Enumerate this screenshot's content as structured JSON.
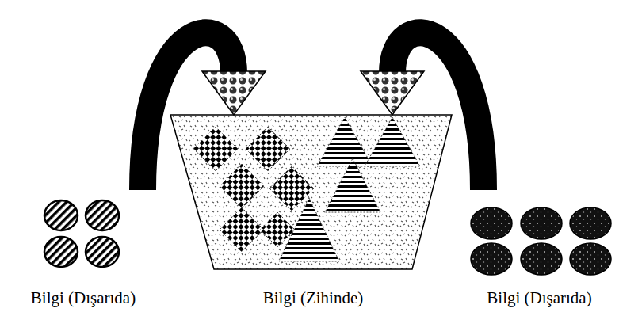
{
  "diagram": {
    "nodes": [
      {
        "text": [
          "Bilgi (Dışarıda)"
        ]
      },
      {
        "text": [
          "Bilgi (Zihinde)"
        ]
      },
      {
        "text": [
          "Bilgi (Dışarıda)"
        ]
      }
    ],
    "edges": [
      {
        "from": 0,
        "to": 1,
        "arrow": "to"
      },
      {
        "from": 2,
        "to": 1,
        "arrow": "to"
      }
    ]
  }
}
